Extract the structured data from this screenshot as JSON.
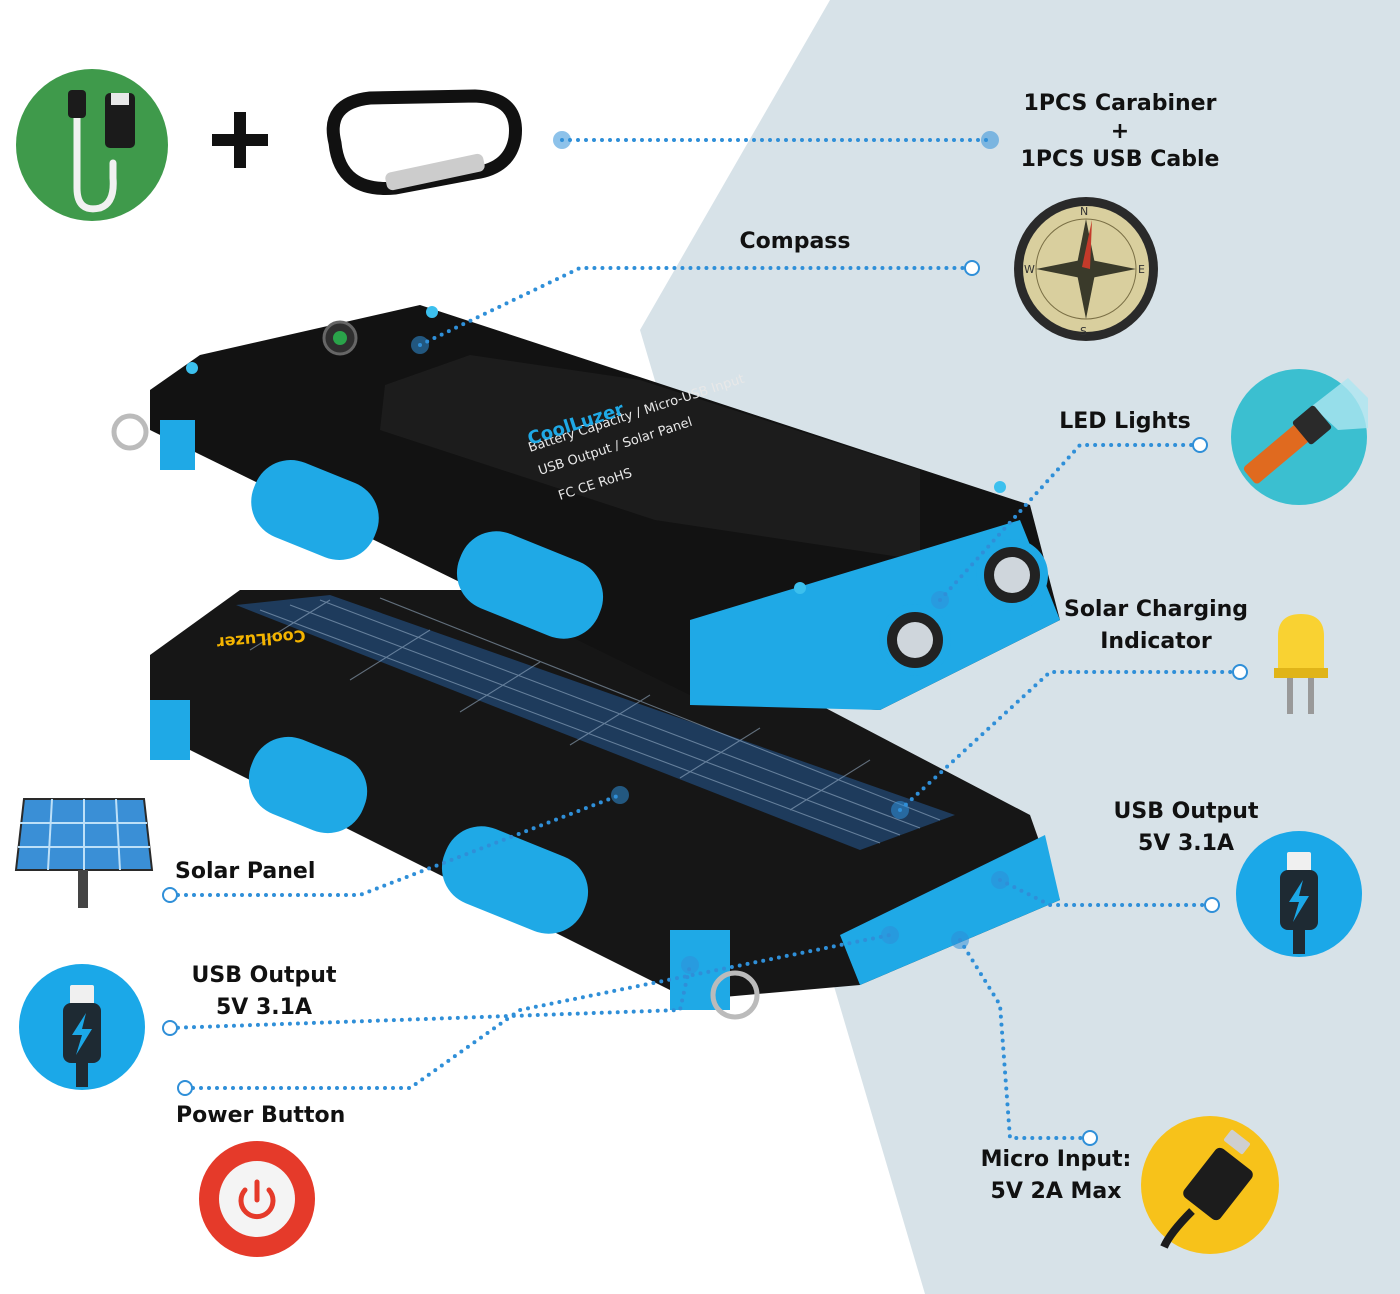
{
  "labels": {
    "carabiner": {
      "line1": "1PCS Carabiner",
      "line2": "+",
      "line3": "1PCS USB Cable"
    },
    "compass": "Compass",
    "led": "LED Lights",
    "solar_indicator": {
      "line1": "Solar Charging",
      "line2": "Indicator"
    },
    "usb_right": {
      "line1": "USB Output",
      "line2": "5V 3.1A"
    },
    "solar_panel": "Solar Panel",
    "usb_left": {
      "line1": "USB Output",
      "line2": "5V 3.1A"
    },
    "power_button": "Power Button",
    "micro_input": {
      "line1": "Micro Input:",
      "line2": "5V 2A Max"
    }
  },
  "brand": {
    "name": "CoolLuzer"
  },
  "colors": {
    "accent_blue": "#1fa9e6",
    "dot_blue": "#2f8fd8",
    "right_bg": "#d7e2e8",
    "case_black": "#141414",
    "green_icon": "#3f9a4b",
    "teal_icon": "#3bbfd0",
    "yellow_icon": "#f7c21a",
    "red_icon": "#e53a2a"
  },
  "icons": [
    "usb-cable-icon",
    "plus-icon",
    "carabiner-icon",
    "compass-icon",
    "flashlight-icon",
    "led-bulb-icon",
    "solar-panel-icon",
    "usb-bolt-icon",
    "power-icon",
    "micro-usb-icon"
  ]
}
